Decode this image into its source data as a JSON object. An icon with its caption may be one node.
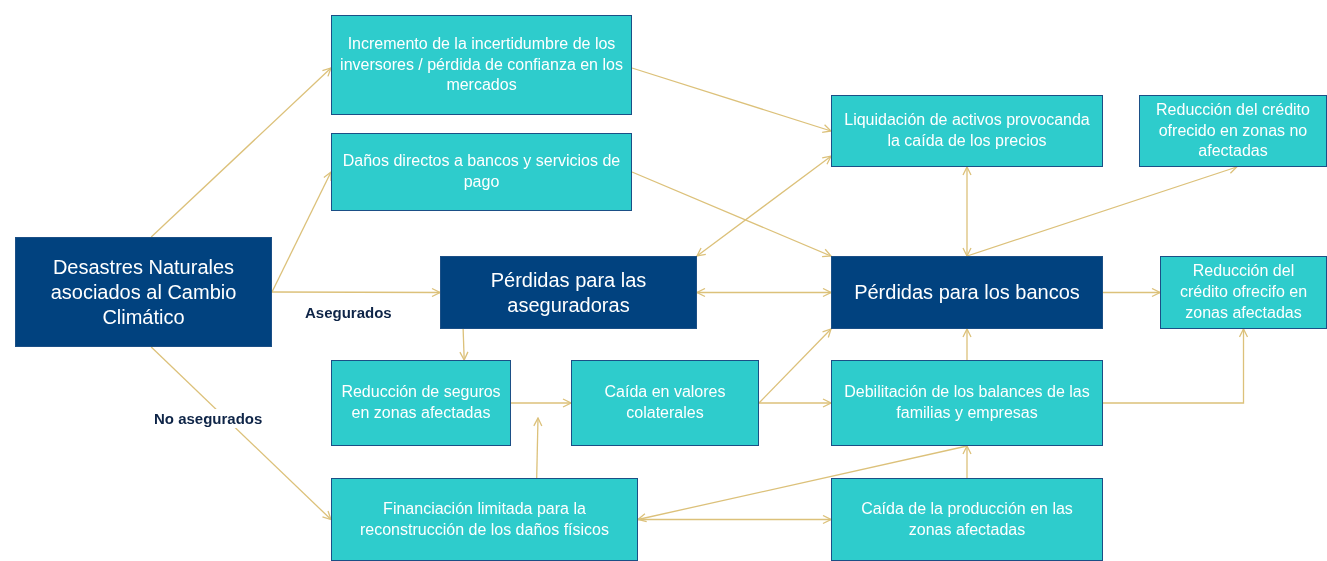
{
  "diagram": {
    "nodes": [
      {
        "text": [
          "Desastres Naturales asociados al Cambio Climático"
        ]
      },
      {
        "text": [
          "Incremento  de la incertidumbre de los inversores / pérdida de confianza  en los mercados"
        ]
      },
      {
        "text": [
          "Daños directos a bancos y servicios de pago"
        ]
      },
      {
        "text": [
          "Liquidación de activos provocanda la caída de los precios"
        ]
      },
      {
        "text": [
          "Reducción del crédito ofrecido en zonas no afectadas"
        ]
      },
      {
        "text": [
          "Pérdidas para las aseguradoras"
        ]
      },
      {
        "text": [
          "Pérdidas para los bancos"
        ]
      },
      {
        "text": [
          "Reducción del crédito ofrecifo en zonas afectadas"
        ]
      },
      {
        "text": [
          "Reducción de seguros en zonas afectadas"
        ]
      },
      {
        "text": [
          "Caída en valores colaterales"
        ]
      },
      {
        "text": [
          "Debilitación de los balances de las familias y empresas"
        ]
      },
      {
        "text": [
          "Financiación limitada para la reconstrucción de los daños físicos"
        ]
      },
      {
        "text": [
          "Caída de la producción en las zonas afectadas"
        ]
      }
    ],
    "edges": [
      {
        "from": 0,
        "to": 1,
        "arrow": "to"
      },
      {
        "from": 0,
        "to": 2,
        "arrow": "to"
      },
      {
        "from": 0,
        "to": 5,
        "arrow": "to",
        "label": "Asegurados"
      },
      {
        "from": 0,
        "to": 11,
        "arrow": "to",
        "label": "No asegurados"
      },
      {
        "from": 1,
        "to": 3,
        "arrow": "to"
      },
      {
        "from": 2,
        "to": 6,
        "arrow": "to"
      },
      {
        "from": 5,
        "to": 3,
        "arrow": "both"
      },
      {
        "from": 5,
        "to": 6,
        "arrow": "both"
      },
      {
        "from": 6,
        "to": 3,
        "arrow": "both"
      },
      {
        "from": 6,
        "to": 4,
        "arrow": "to"
      },
      {
        "from": 6,
        "to": 7,
        "arrow": "to"
      },
      {
        "from": 5,
        "to": 8,
        "arrow": "to"
      },
      {
        "from": 8,
        "to": 9,
        "arrow": "to"
      },
      {
        "from": 11,
        "to": 8,
        "arrow": "to"
      },
      {
        "from": 9,
        "to": 6,
        "arrow": "to"
      },
      {
        "from": 9,
        "to": 10,
        "arrow": "to"
      },
      {
        "from": 10,
        "to": 6,
        "arrow": "to"
      },
      {
        "from": 10,
        "to": 7,
        "arrow": "to"
      },
      {
        "from": 10,
        "to": 11,
        "arrow": "to"
      },
      {
        "from": 11,
        "to": 12,
        "arrow": "to"
      },
      {
        "from": 12,
        "to": 10,
        "arrow": "to"
      }
    ]
  }
}
